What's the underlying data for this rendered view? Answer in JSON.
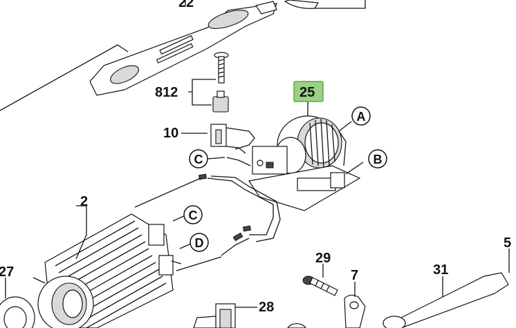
{
  "labels": {
    "p22": "22",
    "p812": "812",
    "p10": "10",
    "p25": "25",
    "p2": "2",
    "p27": "27",
    "p29": "29",
    "p7": "7",
    "p31": "31",
    "p5": "5",
    "p28": "28"
  },
  "callouts": {
    "a": "A",
    "b": "B",
    "c_upper": "C",
    "c_lower": "C",
    "d": "D"
  },
  "colors": {
    "highlight_fill": "#9bd087",
    "highlight_border": "#5aa83f",
    "line": "#111111"
  }
}
